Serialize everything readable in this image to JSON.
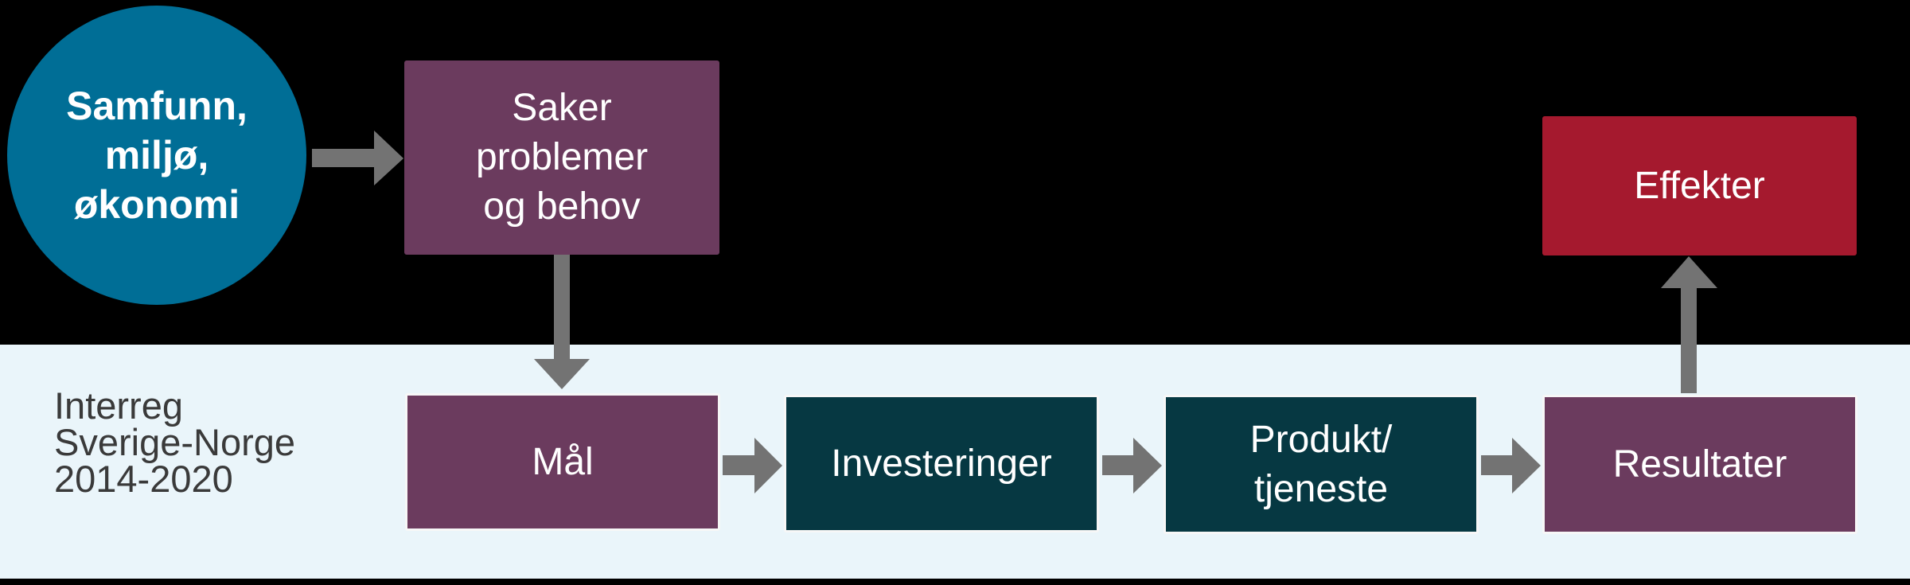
{
  "colors": {
    "background": "#000000",
    "band": "#eaf5fa",
    "circle": "#006e96",
    "purple_box": "#6b3b5e",
    "teal_box": "#063842",
    "red_box": "#a5192e",
    "arrow": "#737373"
  },
  "nodes": {
    "society": "Samfunn,\nmiljø,\nøkonomi",
    "issues": "Saker\nproblemer\nog behov",
    "goals": "Mål",
    "investments": "Investeringer",
    "product": "Produkt/\ntjeneste",
    "results": "Resultater",
    "effects": "Effekter"
  },
  "program_label": "Interreg\nSverige-Norge\n2014-2020",
  "edges": [
    {
      "from": "society",
      "to": "issues"
    },
    {
      "from": "issues",
      "to": "goals"
    },
    {
      "from": "goals",
      "to": "investments"
    },
    {
      "from": "investments",
      "to": "product"
    },
    {
      "from": "product",
      "to": "results"
    },
    {
      "from": "results",
      "to": "effects"
    }
  ]
}
